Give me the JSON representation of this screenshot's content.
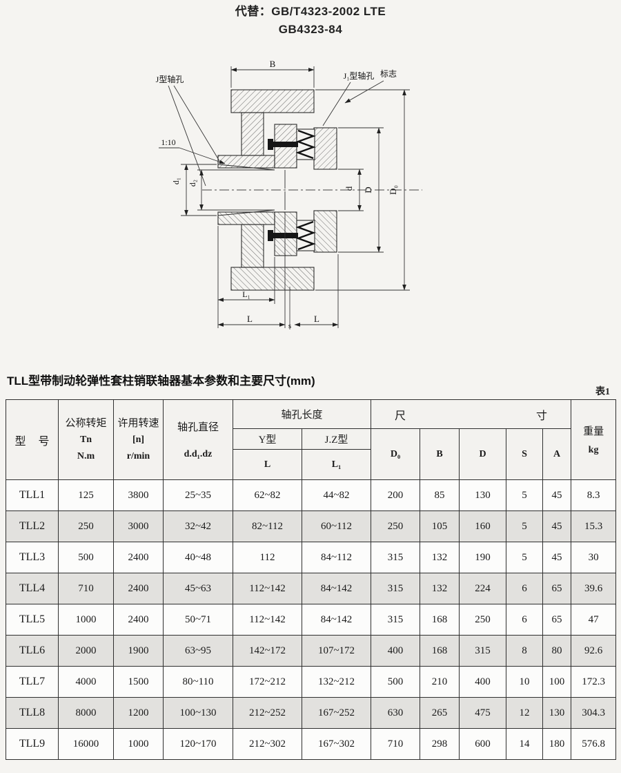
{
  "page": {
    "superseded_line1": "代替：GB/T4323-2002 LTE",
    "superseded_line2": "GB4323-84"
  },
  "diagram": {
    "labels": {
      "B": "B",
      "j_bore": "J型轴孔",
      "j1_bore": "J₁型轴孔",
      "mark": "标志",
      "taper": "1:10",
      "d1": "d₁",
      "d2": "d₂",
      "d": "d",
      "D": "D",
      "D0": "D₀",
      "L1": "L₁",
      "L_left": "L",
      "s": "s",
      "L_right": "L"
    }
  },
  "table": {
    "caption": "TLL型带制动轮弹性套柱销联轴器基本参数和主要尺寸(mm)",
    "table_no": "表1",
    "headers": {
      "model": "型 号",
      "torque_title": "公称转矩",
      "torque_sym": "Tn",
      "torque_unit": "N.m",
      "speed_title": "许用转速",
      "speed_sym": "[n]",
      "speed_unit": "r/min",
      "bore_dia_title": "轴孔直径",
      "bore_dia_sym": "d.d₁.dz",
      "bore_len_title": "轴孔长度",
      "y_type": "Y型",
      "jz_type": "J.Z型",
      "L": "L",
      "L1": "L₁",
      "dims_title": "尺 寸",
      "D0": "D₀",
      "B": "B",
      "D": "D",
      "S": "S",
      "A": "A",
      "weight_title": "重量",
      "weight_unit": "kg"
    },
    "rows": [
      {
        "model": "TLL1",
        "tn": "125",
        "n": "3800",
        "d": "25~35",
        "L": "62~82",
        "L1": "44~82",
        "D0": "200",
        "B": "85",
        "D": "130",
        "S": "5",
        "A": "45",
        "kg": "8.3"
      },
      {
        "model": "TLL2",
        "tn": "250",
        "n": "3000",
        "d": "32~42",
        "L": "82~112",
        "L1": "60~112",
        "D0": "250",
        "B": "105",
        "D": "160",
        "S": "5",
        "A": "45",
        "kg": "15.3"
      },
      {
        "model": "TLL3",
        "tn": "500",
        "n": "2400",
        "d": "40~48",
        "L": "112",
        "L1": "84~112",
        "D0": "315",
        "B": "132",
        "D": "190",
        "S": "5",
        "A": "45",
        "kg": "30"
      },
      {
        "model": "TLL4",
        "tn": "710",
        "n": "2400",
        "d": "45~63",
        "L": "112~142",
        "L1": "84~142",
        "D0": "315",
        "B": "132",
        "D": "224",
        "S": "6",
        "A": "65",
        "kg": "39.6"
      },
      {
        "model": "TLL5",
        "tn": "1000",
        "n": "2400",
        "d": "50~71",
        "L": "112~142",
        "L1": "84~142",
        "D0": "315",
        "B": "168",
        "D": "250",
        "S": "6",
        "A": "65",
        "kg": "47"
      },
      {
        "model": "TLL6",
        "tn": "2000",
        "n": "1900",
        "d": "63~95",
        "L": "142~172",
        "L1": "107~172",
        "D0": "400",
        "B": "168",
        "D": "315",
        "S": "8",
        "A": "80",
        "kg": "92.6"
      },
      {
        "model": "TLL7",
        "tn": "4000",
        "n": "1500",
        "d": "80~110",
        "L": "172~212",
        "L1": "132~212",
        "D0": "500",
        "B": "210",
        "D": "400",
        "S": "10",
        "A": "100",
        "kg": "172.3"
      },
      {
        "model": "TLL8",
        "tn": "8000",
        "n": "1200",
        "d": "100~130",
        "L": "212~252",
        "L1": "167~252",
        "D0": "630",
        "B": "265",
        "D": "475",
        "S": "12",
        "A": "130",
        "kg": "304.3"
      },
      {
        "model": "TLL9",
        "tn": "16000",
        "n": "1000",
        "d": "120~170",
        "L": "212~302",
        "L1": "167~302",
        "D0": "710",
        "B": "298",
        "D": "600",
        "S": "14",
        "A": "180",
        "kg": "576.8"
      }
    ]
  }
}
